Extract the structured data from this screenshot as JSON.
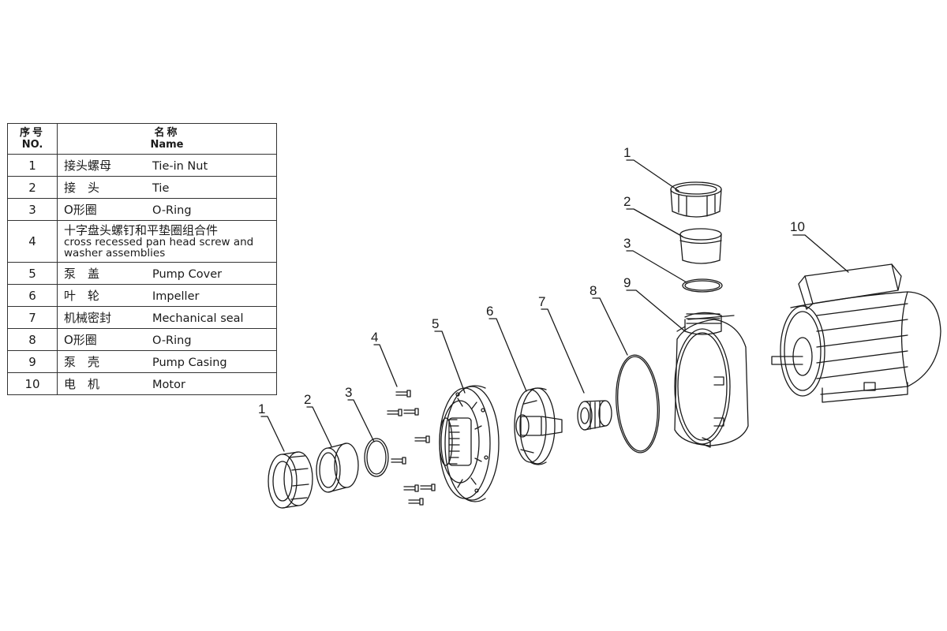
{
  "table": {
    "header": {
      "no_cn": "序号",
      "no_en": "NO.",
      "name_cn": "名称",
      "name_en": "Name"
    },
    "rows": [
      {
        "no": "1",
        "cn": "接头螺母",
        "en": "Tie-in Nut"
      },
      {
        "no": "2",
        "cn": "接　头",
        "en": "Tie"
      },
      {
        "no": "3",
        "cn": "O形圈",
        "en": "O-Ring"
      },
      {
        "no": "4",
        "cn": "十字盘头螺钉和平垫圈组合件",
        "en_line1": "cross recessed pan head screw and",
        "en_line2": "washer assemblies"
      },
      {
        "no": "5",
        "cn": "泵　盖",
        "en": "Pump Cover"
      },
      {
        "no": "6",
        "cn": "叶　轮",
        "en": "Impeller"
      },
      {
        "no": "7",
        "cn": "机械密封",
        "en": "Mechanical seal"
      },
      {
        "no": "8",
        "cn": "O形圈",
        "en": "O-Ring"
      },
      {
        "no": "9",
        "cn": "泵　壳",
        "en": "Pump Casing"
      },
      {
        "no": "10",
        "cn": "电　机",
        "en": "Motor"
      }
    ]
  },
  "callouts": {
    "c1_bottom": "1",
    "c2_bottom": "2",
    "c3_bottom": "3",
    "c4": "4",
    "c5": "5",
    "c6": "6",
    "c7": "7",
    "c8": "8",
    "c9": "9",
    "c10": "10",
    "c1_top": "1",
    "c2_top": "2",
    "c3_top": "3"
  },
  "colors": {
    "line": "#1a1a1a",
    "shade": "#d9d9d9"
  }
}
